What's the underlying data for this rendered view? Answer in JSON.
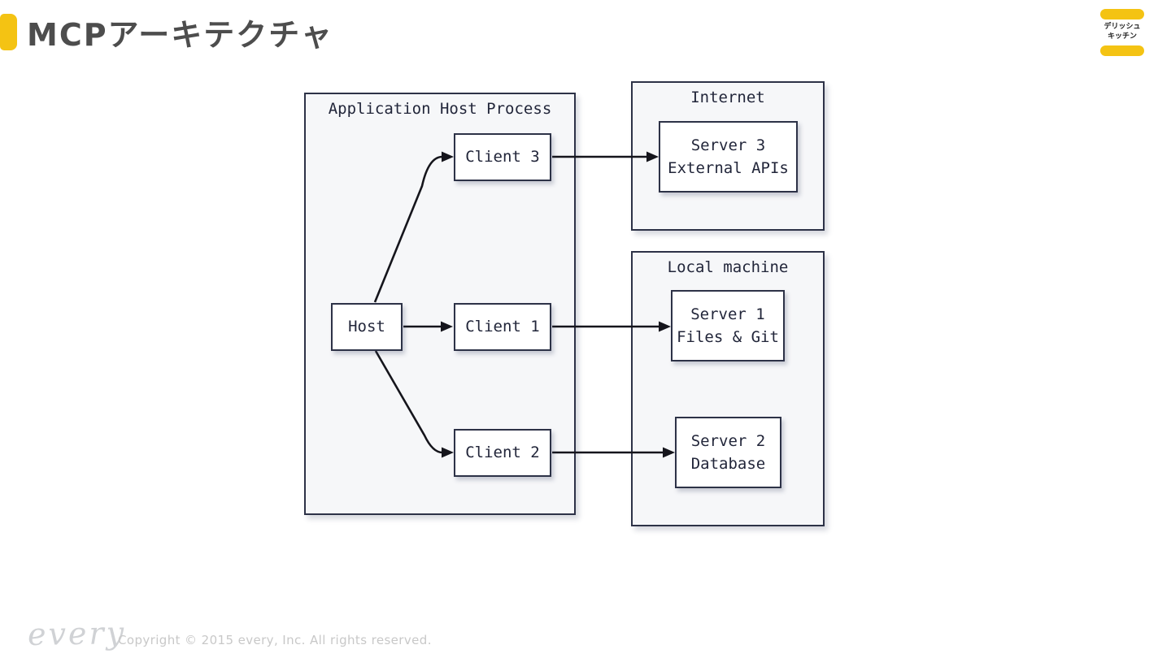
{
  "header": {
    "title": "MCPアーキテクチャ",
    "accent_color": "#F4C313"
  },
  "brand_badge": {
    "line1": "デリッシュ",
    "line2": "キッチン",
    "brand_color": "#F4C313"
  },
  "diagram": {
    "groups": {
      "app_host_process": {
        "label": "Application Host Process"
      },
      "internet": {
        "label": "Internet"
      },
      "local_machine": {
        "label": "Local machine"
      }
    },
    "nodes": {
      "host": {
        "label": "Host"
      },
      "client1": {
        "label": "Client 1"
      },
      "client2": {
        "label": "Client 2"
      },
      "client3": {
        "label": "Client 3"
      },
      "server1": {
        "line1": "Server 1",
        "line2": "Files & Git"
      },
      "server2": {
        "line1": "Server 2",
        "line2": "Database"
      },
      "server3": {
        "line1": "Server 3",
        "line2": "External APIs"
      }
    },
    "edges": [
      {
        "from": "host",
        "to": "client3"
      },
      {
        "from": "host",
        "to": "client1"
      },
      {
        "from": "host",
        "to": "client2"
      },
      {
        "from": "client3",
        "to": "server3"
      },
      {
        "from": "client1",
        "to": "server1"
      },
      {
        "from": "client2",
        "to": "server2"
      }
    ],
    "colors": {
      "border": "#2d3247",
      "group_fill": "#f6f7f9",
      "node_fill": "#ffffff",
      "arrow": "#15151c"
    }
  },
  "footer": {
    "logo_text": "every",
    "copyright": "Copyright © 2015 every, Inc. All rights reserved."
  }
}
